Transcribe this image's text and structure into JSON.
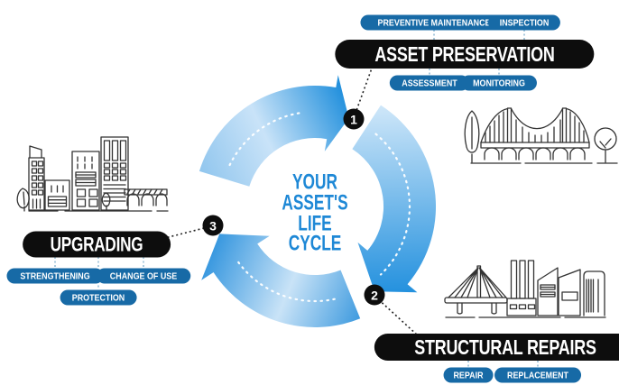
{
  "title": {
    "lines": [
      "YOUR",
      "ASSET'S",
      "LIFE",
      "CYCLE"
    ]
  },
  "colors": {
    "accent_blue": "#1E8EDC",
    "light_blue": "#C9E3F7",
    "pill_blue": "#176AA6",
    "pill_black": "#0D0D0D",
    "title_blue": "#1E88D6",
    "line_art": "#333333"
  },
  "stages": [
    {
      "number": "1",
      "label": "ASSET PRESERVATION",
      "tags_above": [
        "PREVENTIVE MAINTENANCE",
        "INSPECTION"
      ],
      "tags_below": [
        "ASSESSMENT",
        "MONITORING"
      ]
    },
    {
      "number": "2",
      "label": "STRUCTURAL REPAIRS",
      "tags_below": [
        "REPAIR",
        "REPLACEMENT"
      ]
    },
    {
      "number": "3",
      "label": "UPGRADING",
      "tags_below": [
        "STRENGTHENING",
        "CHANGE OF USE"
      ],
      "tags_below_row2": [
        "PROTECTION"
      ]
    }
  ],
  "illustrations": [
    {
      "name": "city-skyline"
    },
    {
      "name": "suspension-bridge"
    },
    {
      "name": "industrial-plant"
    }
  ]
}
